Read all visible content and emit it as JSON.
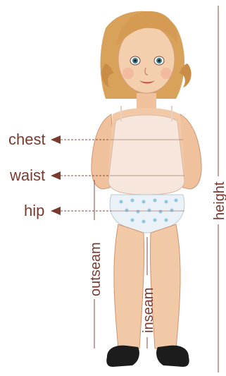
{
  "labels": {
    "chest": "chest",
    "waist": "waist",
    "hip": "hip",
    "outseam": "outseam",
    "inseam": "inseam",
    "height": "height"
  },
  "colors": {
    "label": "#7a3a2f",
    "measure_line": "#8a4a3e",
    "skin": "#f1c9a6",
    "skin_shadow": "#d9a07c",
    "hair": "#d9a25a",
    "camisole": "#f6e6dc",
    "underwear": "#eaf2f7",
    "dots": "#8fc6e3",
    "shoes": "#1c1c1c"
  },
  "icons": {
    "arrow": "left-pointing-triangle",
    "figure": "toddler-girl-illustration"
  }
}
